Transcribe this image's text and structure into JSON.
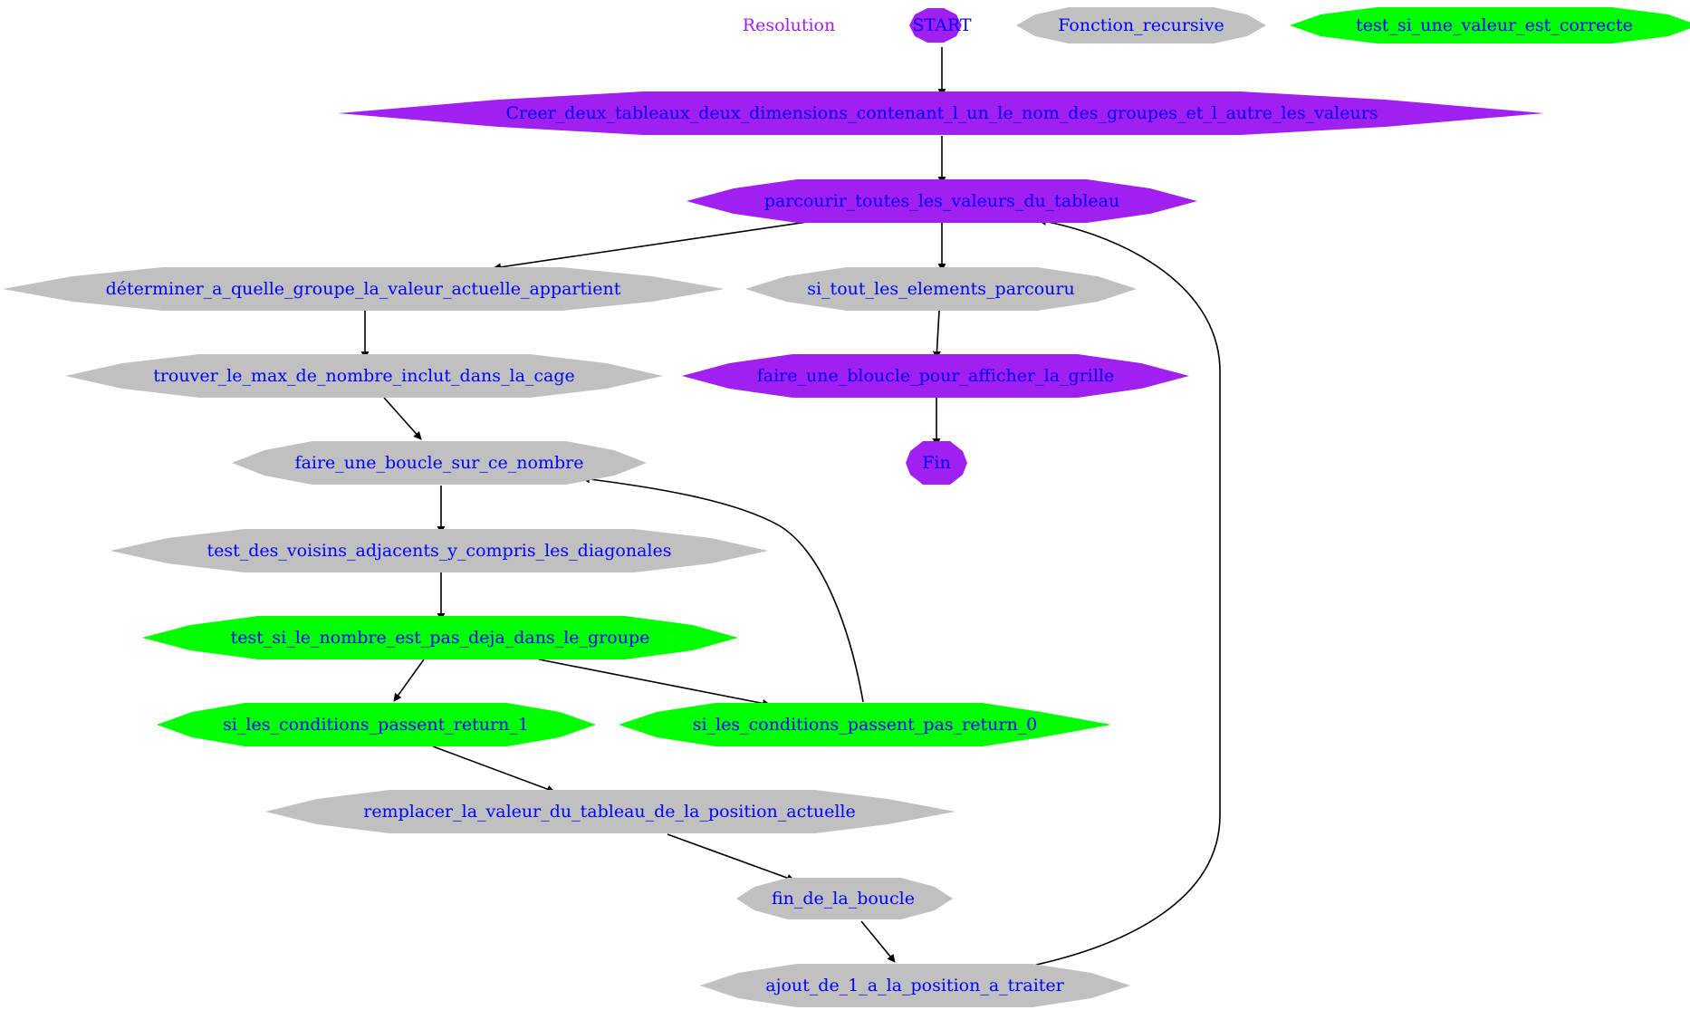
{
  "colors": {
    "purple": "#a020f0",
    "gray": "#c0c0c0",
    "green": "#00ff00",
    "label": "#0000ff",
    "edge": "#000000"
  },
  "legend": {
    "title": "Resolution",
    "items": [
      {
        "label": "START",
        "color": "purple"
      },
      {
        "label": "Fonction_recursive",
        "color": "gray"
      },
      {
        "label": "test_si_une_valeur_est_correcte",
        "color": "green"
      }
    ]
  },
  "nodes": {
    "creer": {
      "label": "Creer_deux_tableaux_deux_dimensions_contenant_l_un_le_nom_des_groupes_et_l_autre_les_valeurs",
      "color": "purple"
    },
    "parcourir": {
      "label": "parcourir_toutes_les_valeurs_du_tableau",
      "color": "purple"
    },
    "determiner": {
      "label": "déterminer_a_quelle_groupe_la_valeur_actuelle_appartient",
      "color": "gray"
    },
    "si_tout": {
      "label": "si_tout_les_elements_parcouru",
      "color": "gray"
    },
    "trouver_max": {
      "label": "trouver_le_max_de_nombre_inclut_dans_la_cage",
      "color": "gray"
    },
    "faire_grille": {
      "label": "faire_une_bloucle_pour_afficher_la_grille",
      "color": "purple"
    },
    "fin": {
      "label": "Fin",
      "color": "purple"
    },
    "boucle": {
      "label": "faire_une_boucle_sur_ce_nombre",
      "color": "gray"
    },
    "voisins": {
      "label": "test_des_voisins_adjacents_y_compris_les_diagonales",
      "color": "gray"
    },
    "test_groupe": {
      "label": "test_si_le_nombre_est_pas_deja_dans_le_groupe",
      "color": "green"
    },
    "return1": {
      "label": "si_les_conditions_passent_return_1",
      "color": "green"
    },
    "return0": {
      "label": "si_les_conditions_passent_pas_return_0",
      "color": "green"
    },
    "remplacer": {
      "label": "remplacer_la_valeur_du_tableau_de_la_position_actuelle",
      "color": "gray"
    },
    "fin_boucle": {
      "label": "fin_de_la_boucle",
      "color": "gray"
    },
    "ajout": {
      "label": "ajout_de_1_a_la_position_a_traiter",
      "color": "gray"
    }
  },
  "edges": [
    [
      "start",
      "creer"
    ],
    [
      "creer",
      "parcourir"
    ],
    [
      "parcourir",
      "determiner"
    ],
    [
      "parcourir",
      "si_tout"
    ],
    [
      "si_tout",
      "faire_grille"
    ],
    [
      "faire_grille",
      "fin"
    ],
    [
      "determiner",
      "trouver_max"
    ],
    [
      "trouver_max",
      "boucle"
    ],
    [
      "boucle",
      "voisins"
    ],
    [
      "voisins",
      "test_groupe"
    ],
    [
      "test_groupe",
      "return1"
    ],
    [
      "test_groupe",
      "return0"
    ],
    [
      "return0",
      "boucle"
    ],
    [
      "return1",
      "remplacer"
    ],
    [
      "remplacer",
      "fin_boucle"
    ],
    [
      "fin_boucle",
      "ajout"
    ],
    [
      "ajout",
      "parcourir"
    ]
  ]
}
